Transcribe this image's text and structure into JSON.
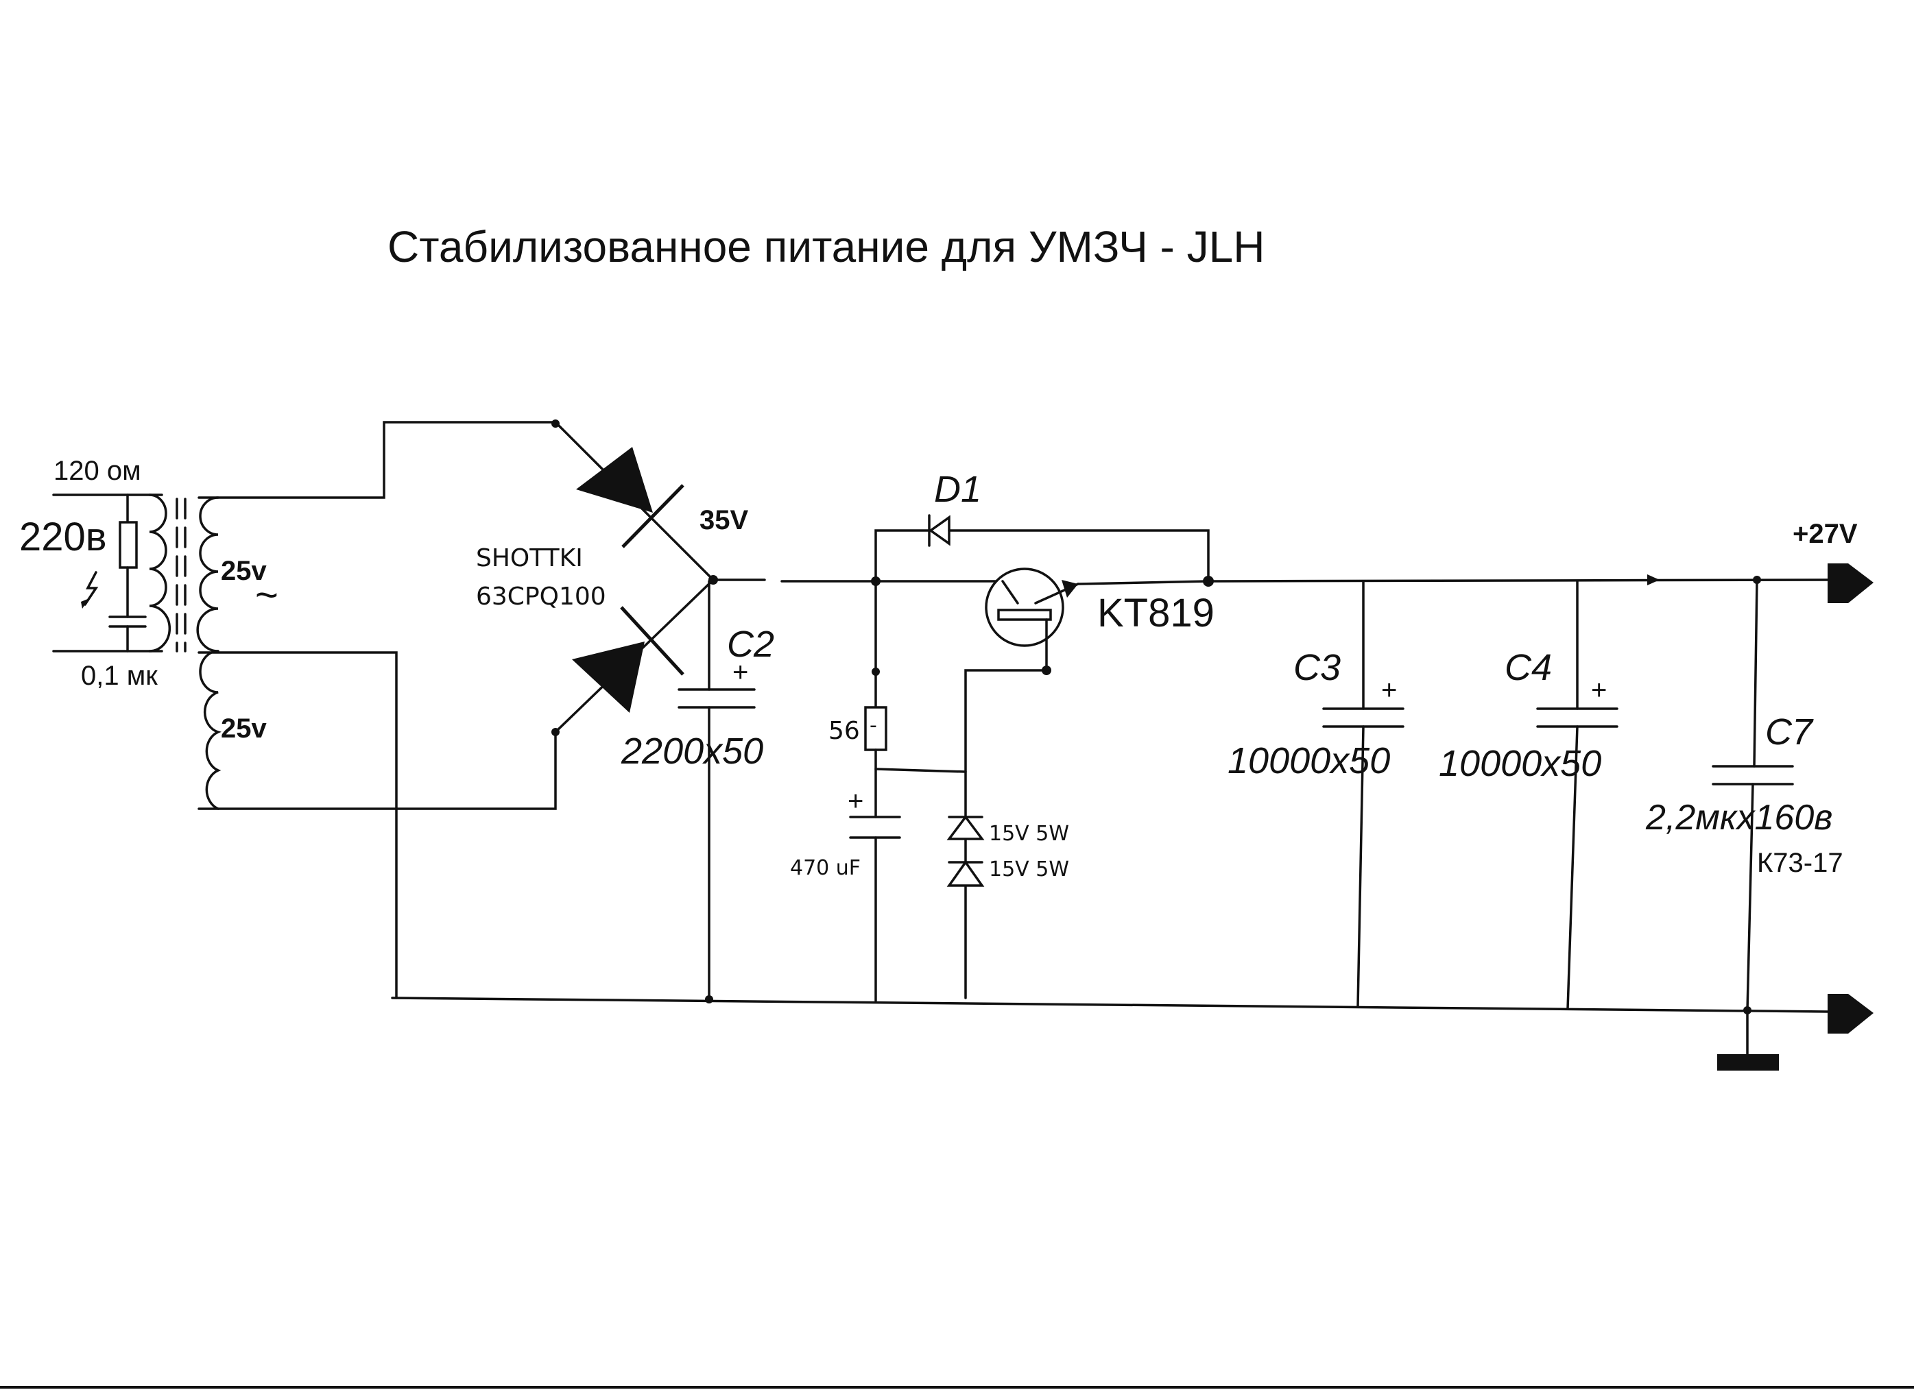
{
  "title": "Стабилизованное питание для УМЗЧ - JLH",
  "labels": {
    "r_snubber": "120 ом",
    "mains": "220в",
    "c_snubber": "0,1 мк",
    "winding_top": "25v",
    "winding_bottom": "25v",
    "diode_type": "SHOTTKI",
    "diode_part": "63CPQ100",
    "rectified_voltage": "35V",
    "c2_name": "C2",
    "c2_value": "2200x50",
    "d1_name": "D1",
    "transistor": "KT819",
    "r_base": "56",
    "c_base": "470 uF",
    "zener_1": "15V 5W",
    "zener_2": "15V 5W",
    "c3_name": "C3",
    "c3_value": "10000x50",
    "c4_name": "C4",
    "c4_value": "10000x50",
    "c7_name": "C7",
    "c7_value": "2,2мкх160в",
    "c7_type": "К73-17",
    "output_voltage": "+27V",
    "plus_sign": "+",
    "minus_sign": "-",
    "ac_symbol": "~"
  },
  "colors": {
    "ink": "#111111",
    "paper": "#ffffff"
  }
}
